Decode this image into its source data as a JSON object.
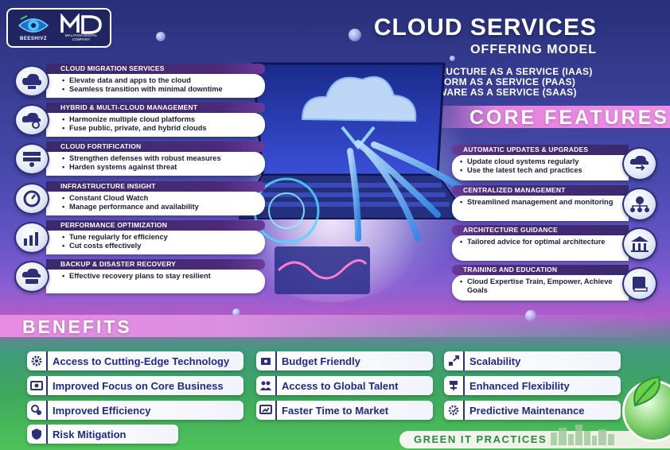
{
  "logos": {
    "left_text": "BEESHIVZ",
    "right_mark": "MD",
    "right_text": "MALAYSIA DIGITAL COMPANY"
  },
  "header": {
    "title": "CLOUD SERVICES",
    "subtitle": "OFFERING MODEL",
    "models": [
      "INFRASTRUCTURE AS A SERVICE (IAAS)",
      "PLATFORM AS A SERVICE (PAAS)",
      "SOFTWARE AS A SERVICE (SAAS)"
    ]
  },
  "services": [
    {
      "title": "CLOUD MIGRATION SERVICES",
      "icon": "cloud-migration-icon",
      "points": [
        "Elevate data and apps to the cloud",
        "Seamless transition with minimal downtime"
      ]
    },
    {
      "title": "HYBRID & MULTI-CLOUD MANAGEMENT",
      "icon": "multi-cloud-icon",
      "points": [
        "Harmonize multiple cloud platforms",
        "Fuse public, private, and hybrid clouds"
      ]
    },
    {
      "title": "CLOUD FORTIFICATION",
      "icon": "cloud-security-icon",
      "points": [
        "Strengthen defenses with robust measures",
        "Harden systems against threat"
      ]
    },
    {
      "title": "INFRASTRUCTURE INSIGHT",
      "icon": "monitoring-icon",
      "points": [
        "Constant Cloud Watch",
        "Manage performance and availability"
      ]
    },
    {
      "title": "PERFORMANCE OPTIMIZATION",
      "icon": "performance-chart-icon",
      "points": [
        "Tune regularly for efficiency",
        "Cut costs effectively"
      ]
    },
    {
      "title": "BACKUP & DISASTER RECOVERY",
      "icon": "backup-icon",
      "points": [
        "Effective recovery plans to stay resilient"
      ]
    }
  ],
  "core_features": {
    "title": "CORE FEATURES",
    "items": [
      {
        "title": "AUTOMATIC UPDATES & UPGRADES",
        "icon": "update-icon",
        "points": [
          "Update cloud systems regularly",
          "Use the latest tech and practices"
        ]
      },
      {
        "title": "CENTRALIZED MANAGEMENT",
        "icon": "network-icon",
        "points": [
          "Streamlined management and monitoring"
        ]
      },
      {
        "title": "ARCHITECTURE GUIDANCE",
        "icon": "architecture-icon",
        "points": [
          "Tailored advice for optimal architecture"
        ]
      },
      {
        "title": "TRAINING AND EDUCATION",
        "icon": "book-icon",
        "points": [
          "Cloud Expertise Train, Empower, Achieve Goals"
        ]
      }
    ]
  },
  "benefits": {
    "title": "BENEFITS",
    "items": [
      {
        "label": "Access to Cutting-Edge Technology",
        "icon": "gear-icon"
      },
      {
        "label": "Budget Friendly",
        "icon": "money-icon"
      },
      {
        "label": "Scalability",
        "icon": "scale-icon"
      },
      {
        "label": "Improved Focus on Core Business",
        "icon": "target-icon"
      },
      {
        "label": "Access to Global Talent",
        "icon": "people-icon"
      },
      {
        "label": "Enhanced Flexibility",
        "icon": "flex-icon"
      },
      {
        "label": "Improved Efficiency",
        "icon": "efficiency-icon"
      },
      {
        "label": "Faster Time to Market",
        "icon": "rocket-icon"
      },
      {
        "label": "Predictive Maintenance",
        "icon": "wrench-icon"
      },
      {
        "label": "Risk Mitigation",
        "icon": "shield-icon"
      }
    ]
  },
  "green": {
    "label": "GREEN IT PRACTICES"
  },
  "colors": {
    "accent_pink": "#e682df",
    "navy": "#2d2f7a",
    "benefit_text": "#1e2a8c",
    "green": "#2a8a3a"
  }
}
